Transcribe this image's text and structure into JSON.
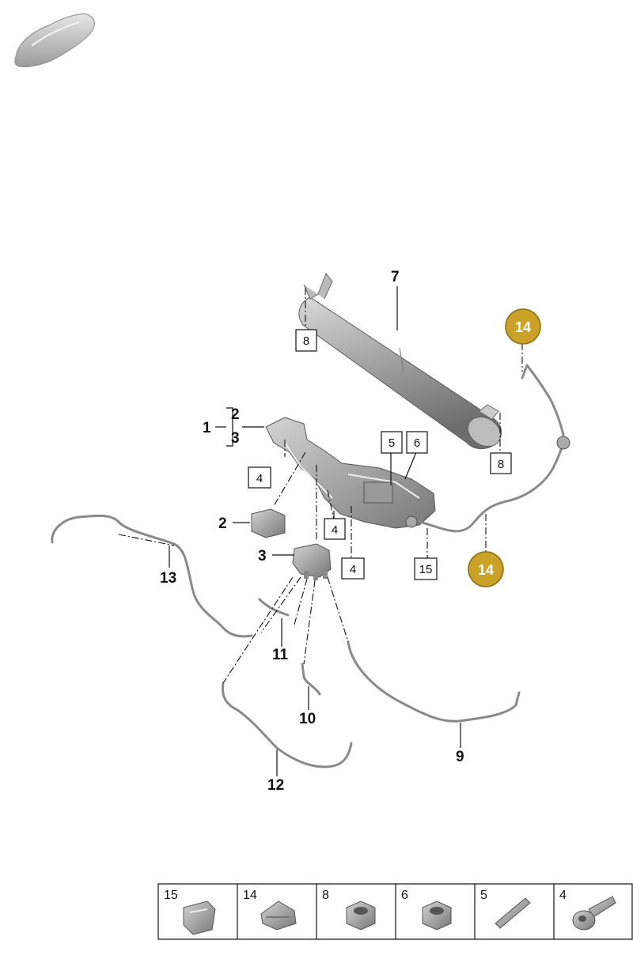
{
  "colors": {
    "badge": "#c9a227",
    "part_grey": "#9a9a9a",
    "line": "#111111"
  },
  "icons": {
    "car_thumbnail": "car-silhouette-icon"
  },
  "callouts": {
    "c1": "1",
    "c2": "2",
    "c3": "3",
    "c2_bracket": "2",
    "c3_bracket": "3",
    "c7": "7",
    "c9": "9",
    "c10": "10",
    "c11": "11",
    "c12": "12",
    "c13": "13"
  },
  "boxed_callouts": {
    "b8_top": "8",
    "b8_right": "8",
    "b5": "5",
    "b6": "6",
    "b4_a": "4",
    "b4_b": "4",
    "b4_c": "4",
    "b15": "15"
  },
  "badges": {
    "top": "14",
    "bottom": "14"
  },
  "legend": {
    "cells": [
      {
        "number": "15",
        "icon": "clip-bracket-icon"
      },
      {
        "number": "14",
        "icon": "pipe-clip-icon"
      },
      {
        "number": "8",
        "icon": "hex-nut-icon"
      },
      {
        "number": "6",
        "icon": "hex-nut-icon"
      },
      {
        "number": "5",
        "icon": "pin-icon"
      },
      {
        "number": "4",
        "icon": "screw-icon"
      }
    ]
  }
}
